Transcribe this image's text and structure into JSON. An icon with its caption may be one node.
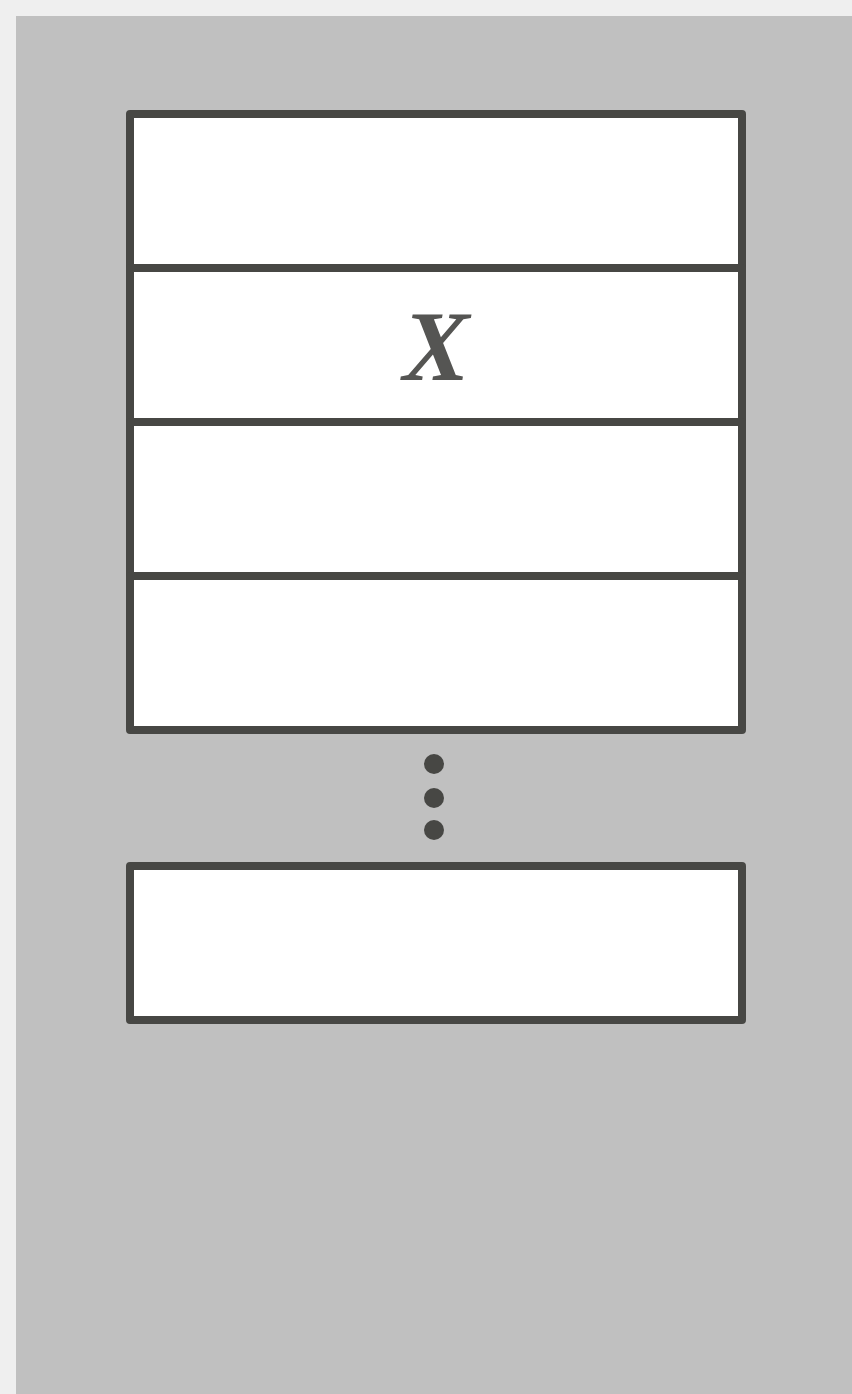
{
  "diagram": {
    "nodes": [
      {
        "text": [],
        "shape": "box"
      },
      {
        "text": [
          "X"
        ]
      },
      {
        "text": [],
        "shape": "box"
      },
      {
        "text": [],
        "shape": "box"
      },
      {
        "text": [],
        "shape": "box"
      }
    ]
  }
}
